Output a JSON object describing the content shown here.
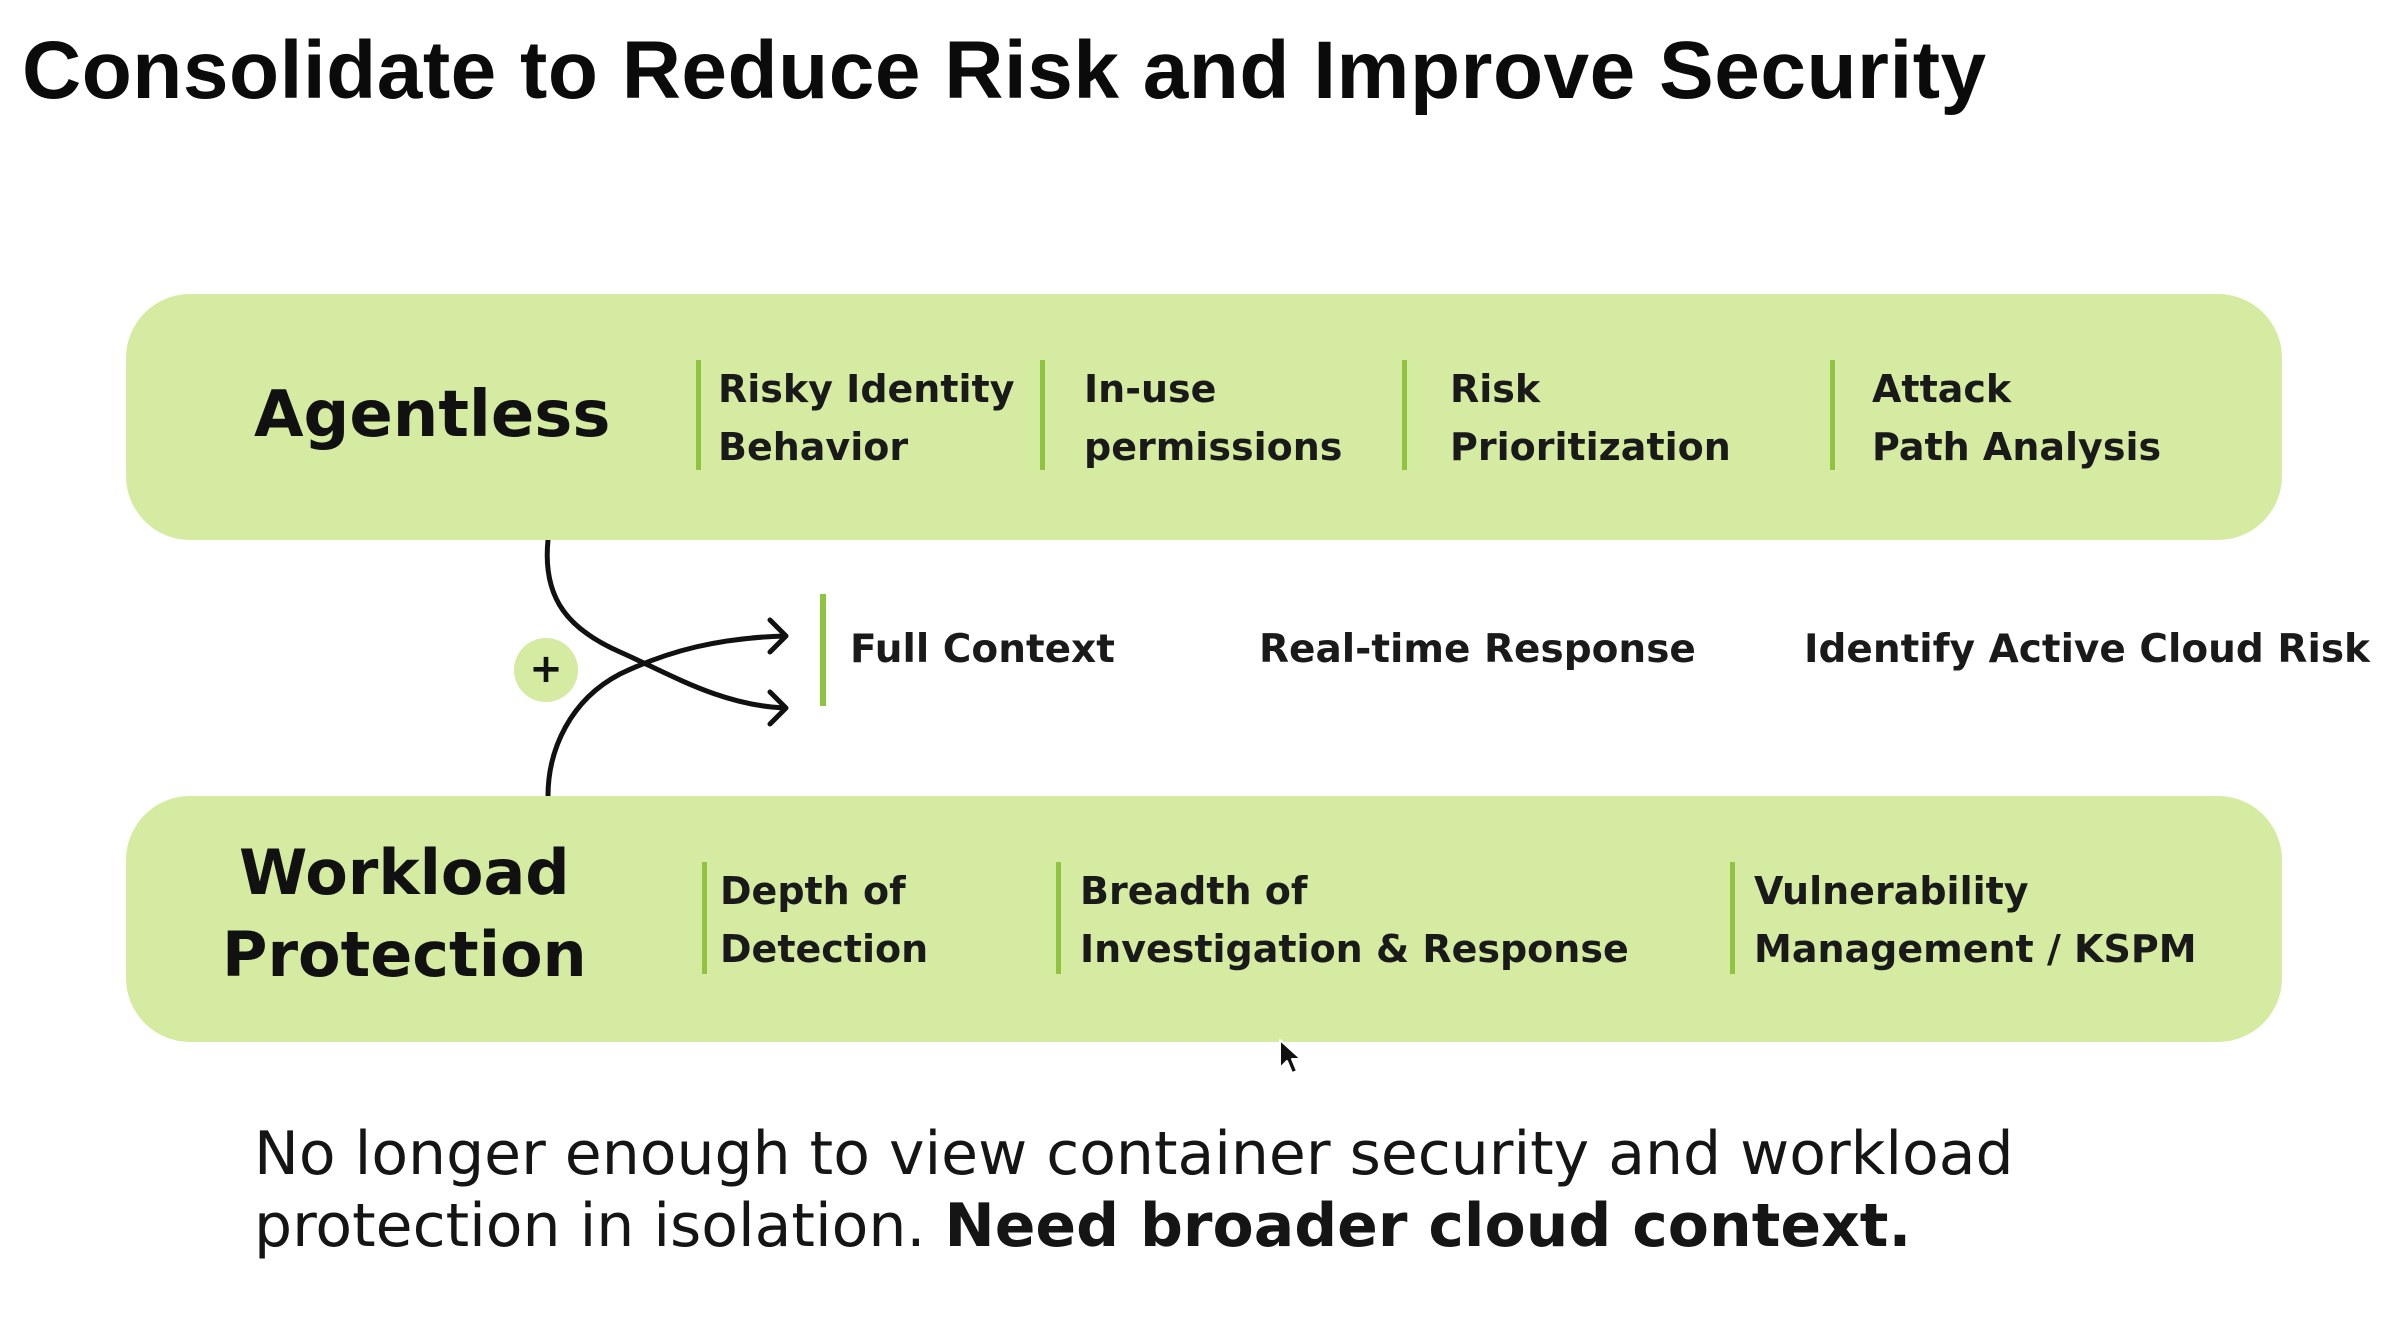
{
  "slide": {
    "title": "Consolidate to Reduce Risk and Improve Security"
  },
  "agentless": {
    "label": "Agentless",
    "features": [
      "Risky Identity\nBehavior",
      "In-use\npermissions",
      "Risk\nPrioritization",
      "Attack\nPath Analysis"
    ]
  },
  "workload": {
    "label": "Workload\nProtection",
    "features": [
      "Depth of\nDetection",
      "Breadth of\nInvestigation & Response",
      "Vulnerability\nManagement / KSPM"
    ]
  },
  "combine": {
    "symbol": "+",
    "outcomes": [
      "Full Context",
      "Real-time Response",
      "Identify Active Cloud Risk"
    ]
  },
  "footer": {
    "text": "No longer enough to view container security and workload protection in isolation.",
    "emphasis": "Need broader cloud context."
  },
  "colors": {
    "band_fill": "#d4eba1",
    "divider": "#8fc341",
    "text": "#111111"
  },
  "icons": {
    "connector": "merge-arrows-icon",
    "cursor": "mouse-pointer-icon"
  }
}
